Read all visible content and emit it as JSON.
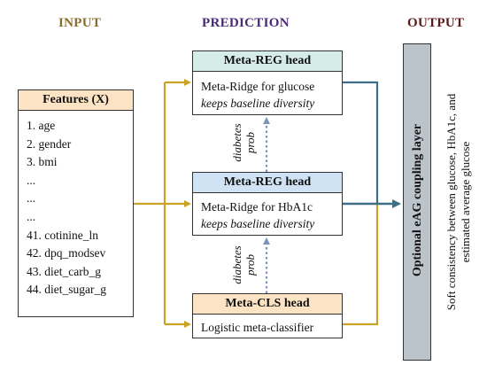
{
  "columns": {
    "input": "INPUT",
    "prediction": "PREDICTION",
    "output": "OUTPUT"
  },
  "features": {
    "title": "Features (X)",
    "items": [
      "1. age",
      "2. gender",
      "3. bmi",
      "...",
      "...",
      "...",
      "41. cotinine_ln",
      "42. dpq_modsev",
      "43. diet_carb_g",
      "44. diet_sugar_g"
    ]
  },
  "reg_glucose": {
    "title": "Meta-REG head",
    "line1": "Meta-Ridge for glucose",
    "line2": "keeps baseline diversity"
  },
  "reg_hba1c": {
    "title": "Meta-REG head",
    "line1": "Meta-Ridge for HbA1c",
    "line2": "keeps baseline diversity"
  },
  "cls": {
    "title": "Meta-CLS head",
    "line1": "Logistic meta-classifier"
  },
  "prob_label_1": {
    "line1": "diabetes",
    "line2": "prob"
  },
  "prob_label_2": {
    "line1": "diabetes",
    "line2": "prob"
  },
  "coupling": {
    "title": "Optional eAG coupling layer"
  },
  "output_desc": {
    "line1": "Soft consistency between glucose, HbA1c, and",
    "line2": "estimated average glucose"
  },
  "colors": {
    "gold_arrow": "#c9a227",
    "teal_arrow": "#3f6f86",
    "dotted_arrow": "#7a93b8"
  }
}
